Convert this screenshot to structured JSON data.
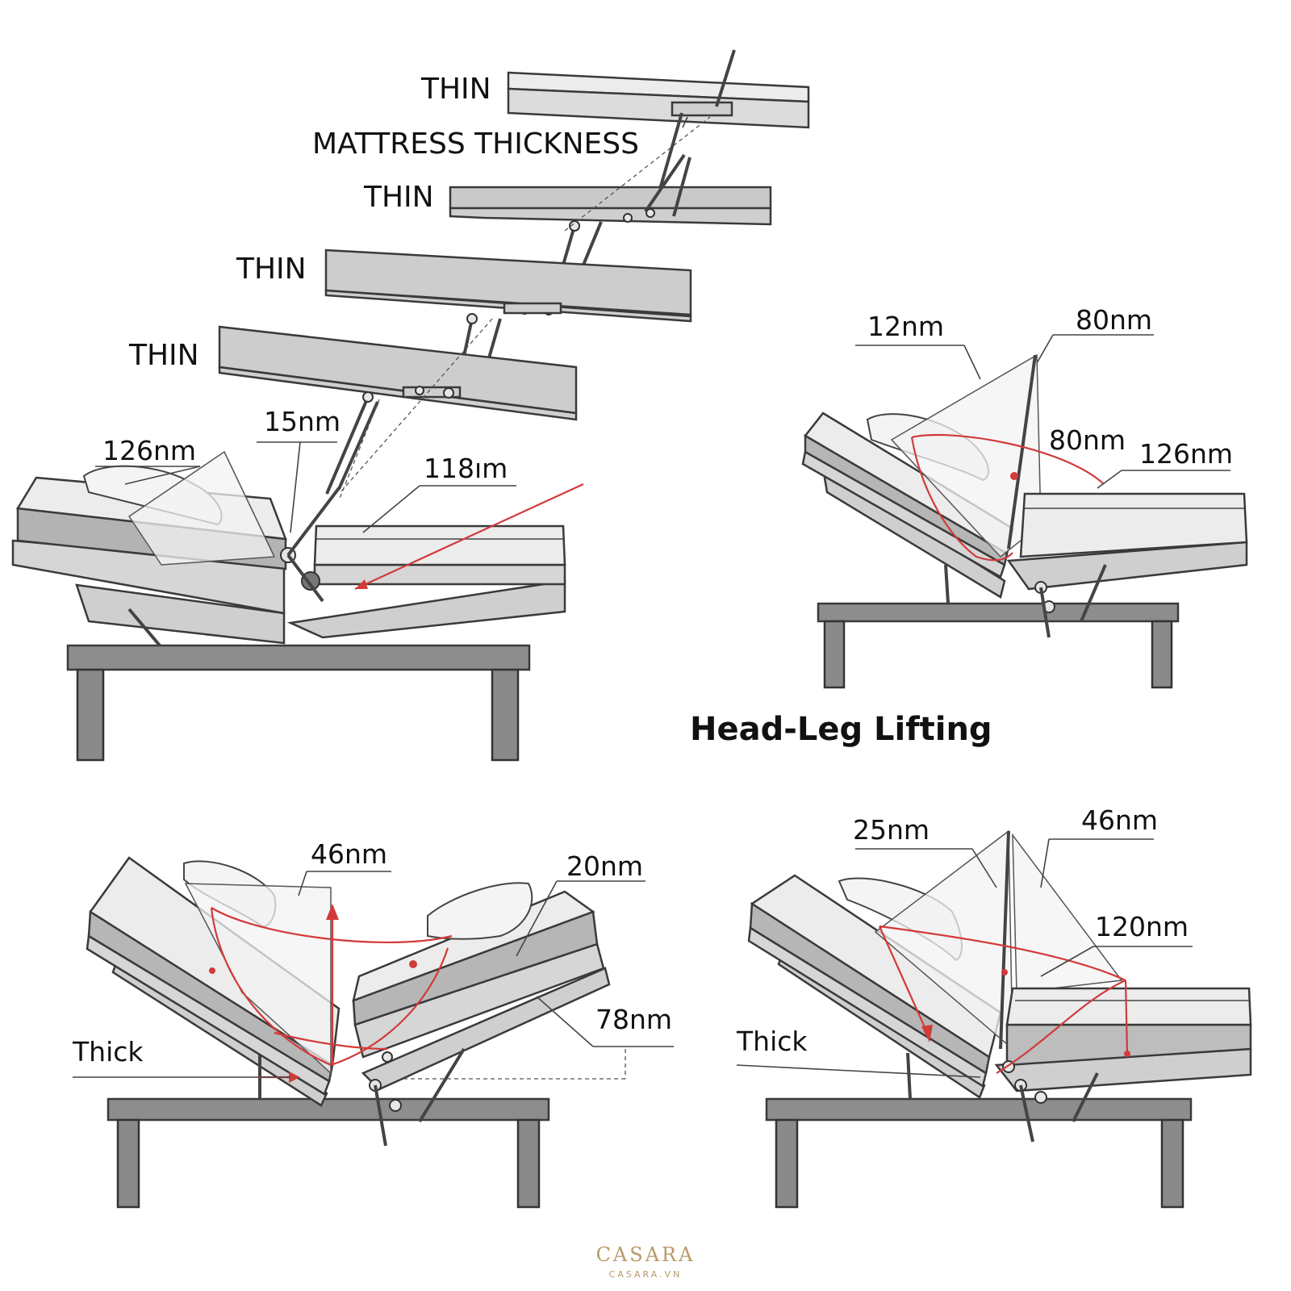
{
  "labels": {
    "thin_1": "THIN",
    "mattress_thickness": "MATTRESS THICKNESS",
    "thin_2": "THIN",
    "thin_3": "THIN",
    "thin_4": "THIN",
    "tl_126nm": "126nm",
    "tl_15nm": "15nm",
    "tl_118nm": "118ım",
    "tr_12nm": "12nm",
    "tr_80nm_top": "80nm",
    "tr_80nm_mid": "80nm",
    "tr_126nm": "126nm",
    "title": "Head-Leg Lifting",
    "bl_46nm": "46nm",
    "bl_20nm": "20nm",
    "bl_78nm": "78nm",
    "bl_thick": "Thick",
    "br_25nm": "25nm",
    "br_46nm": "46nm",
    "br_120nm": "120nm",
    "br_thick": "Thick"
  },
  "watermark": {
    "brand": "CASARA",
    "url": "CASARA.VN",
    "color": "#b89a6a"
  },
  "colors": {
    "accent_red": "#d23a3a",
    "frame_gray": "#8d8d8d"
  }
}
